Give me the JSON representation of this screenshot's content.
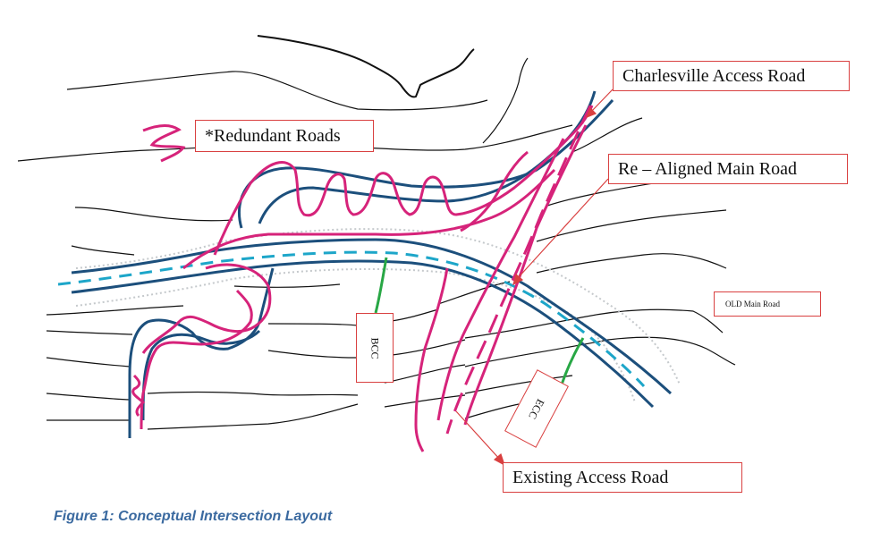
{
  "labels": {
    "charlesville": "Charlesville Access Road",
    "redundant": "*Redundant Roads",
    "realigned": "Re – Aligned Main Road",
    "old_main": "OLD Main Road",
    "existing": "Existing Access Road",
    "bcc": "BCC",
    "ecc": "ECC"
  },
  "caption": "Figure 1: Conceptual Intersection Layout",
  "colors": {
    "main_road": "#1c4f7c",
    "redundant_road": "#d6237a",
    "old_centerline": "#1da6c9",
    "chainage": "#28a745",
    "annotation": "#d94040",
    "contour": "#111111",
    "hatch": "#c5c9cc"
  }
}
